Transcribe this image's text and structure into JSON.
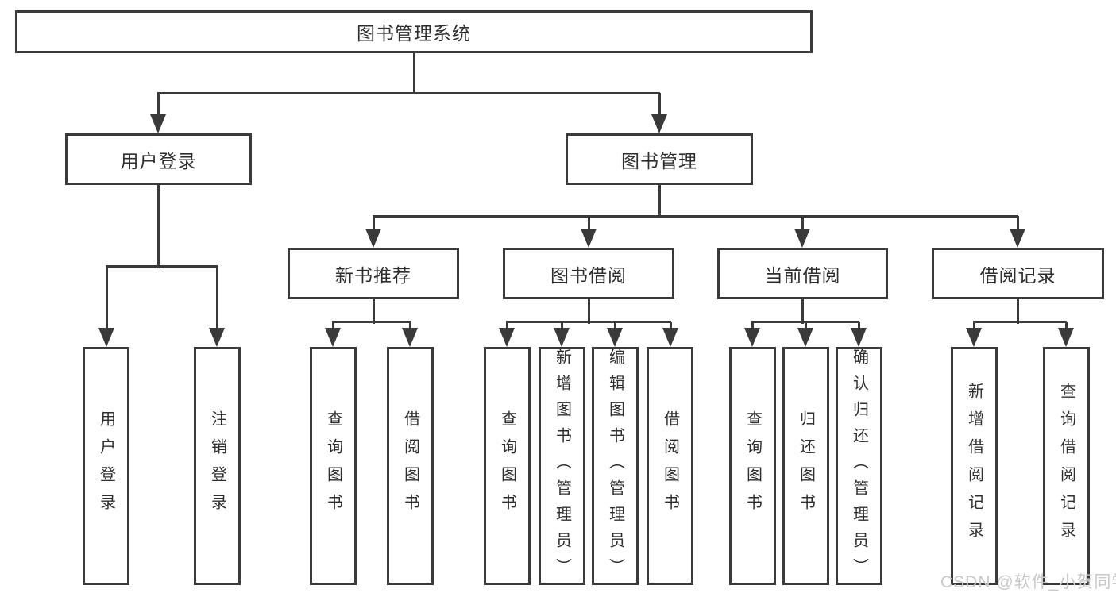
{
  "diagram": {
    "root": {
      "label": "图书管理系统"
    },
    "branches": [
      {
        "label": "用户登录",
        "children": [
          {
            "label": "用户登录"
          },
          {
            "label": "注销登录"
          }
        ]
      },
      {
        "label": "图书管理",
        "children": [
          {
            "label": "新书推荐",
            "children": [
              {
                "label": "查询图书"
              },
              {
                "label": "借阅图书"
              }
            ]
          },
          {
            "label": "图书借阅",
            "children": [
              {
                "label": "查询图书"
              },
              {
                "label": "新增图书（管理员）"
              },
              {
                "label": "编辑图书（管理员）"
              },
              {
                "label": "借阅图书"
              }
            ]
          },
          {
            "label": "当前借阅",
            "children": [
              {
                "label": "查询图书"
              },
              {
                "label": "归还图书"
              },
              {
                "label": "确认归还（管理员）"
              }
            ]
          },
          {
            "label": "借阅记录",
            "children": [
              {
                "label": "新增借阅记录"
              },
              {
                "label": "查询借阅记录"
              }
            ]
          }
        ]
      }
    ]
  },
  "watermark": {
    "text": "CSDN @软件_小贺同学"
  },
  "colors": {
    "line": "#3a3a3a",
    "text": "#2f2f2f",
    "watermark": "#c9c9c9",
    "background": "#ffffff"
  }
}
